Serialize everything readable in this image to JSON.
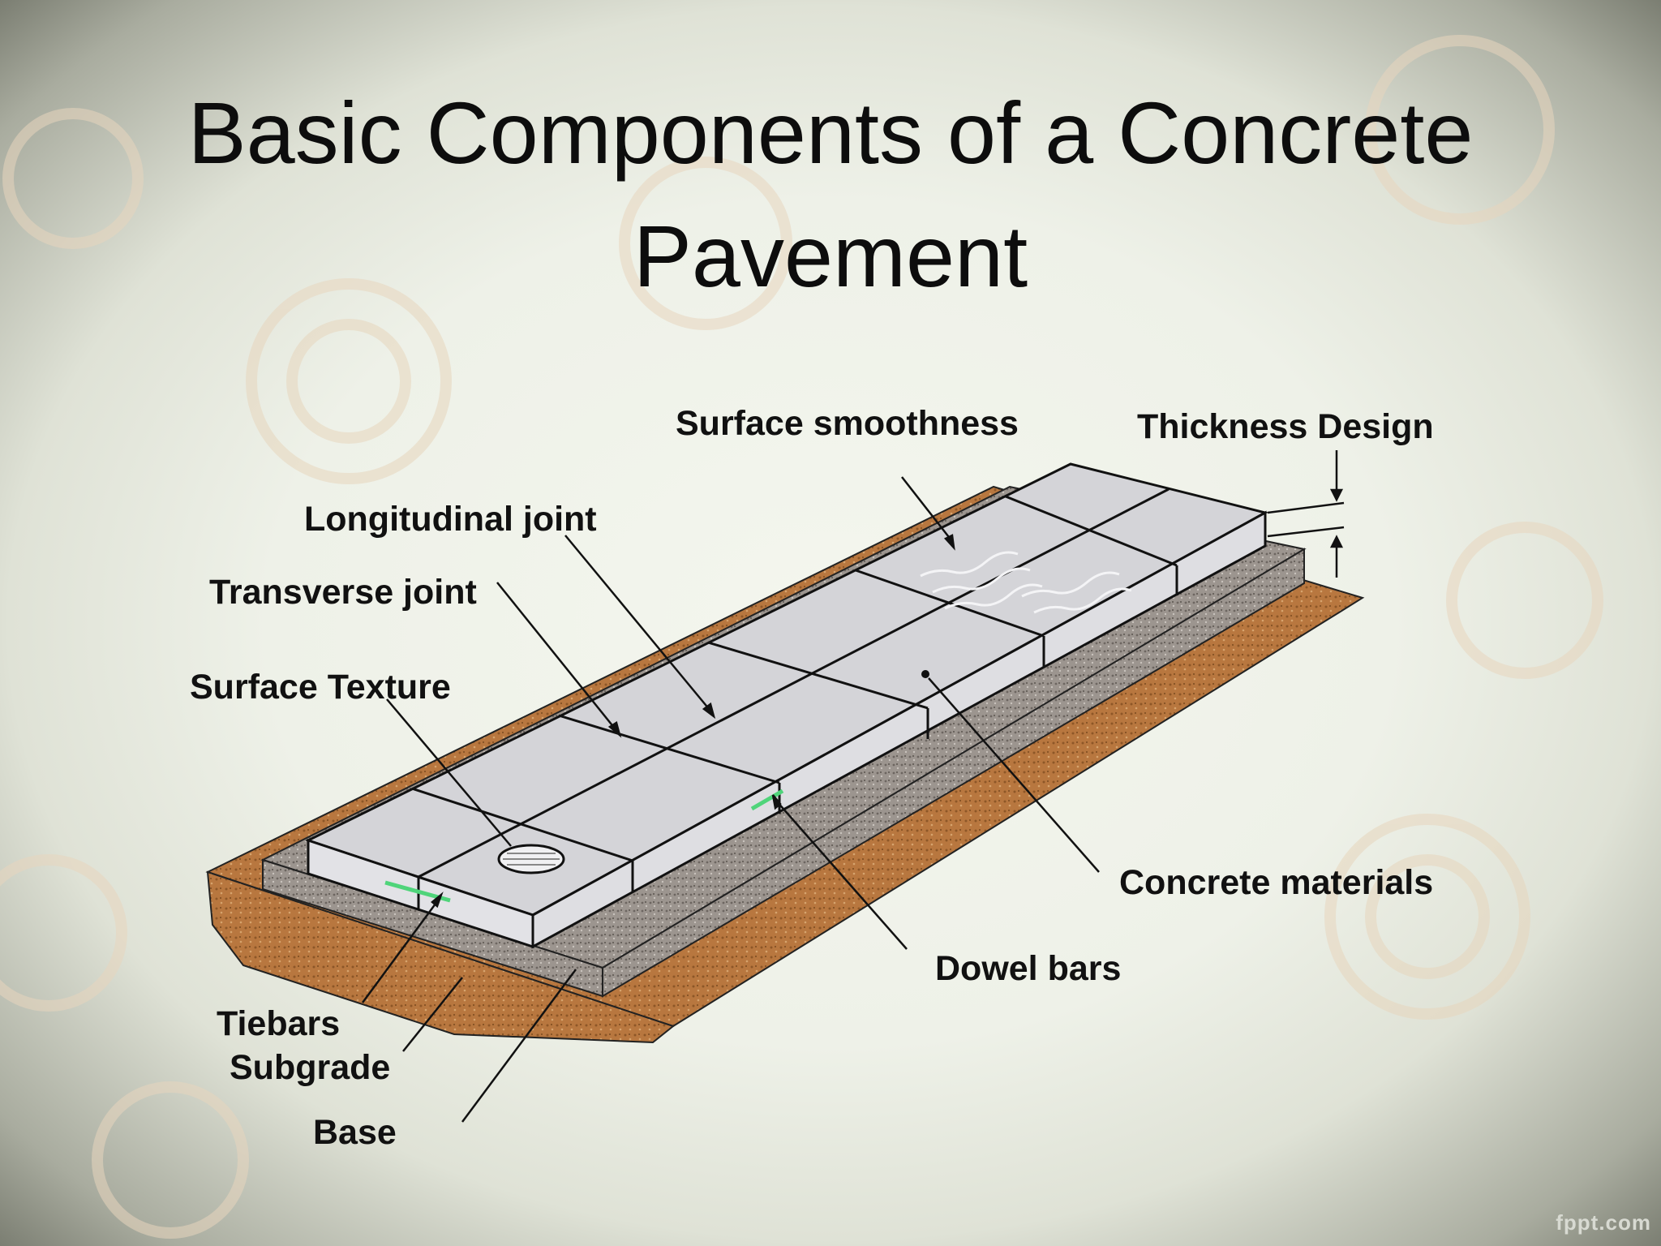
{
  "title": {
    "line1": "Basic Components of a Concrete",
    "line2": "Pavement"
  },
  "labels": {
    "surface_smoothness": "Surface smoothness",
    "thickness_design": "Thickness Design",
    "longitudinal_joint": "Longitudinal joint",
    "transverse_joint": "Transverse joint",
    "surface_texture": "Surface Texture",
    "concrete_materials": "Concrete materials",
    "dowel_bars": "Dowel bars",
    "tiebars": "Tiebars",
    "subgrade": "Subgrade",
    "base": "Base"
  },
  "watermark": "fppt.com",
  "colors": {
    "subgrade": "#b8773f",
    "base": "#9c958f",
    "slab_top": "#d4d4d8",
    "slab_side": "#e2e2e6",
    "bars": "#4fd47a"
  }
}
